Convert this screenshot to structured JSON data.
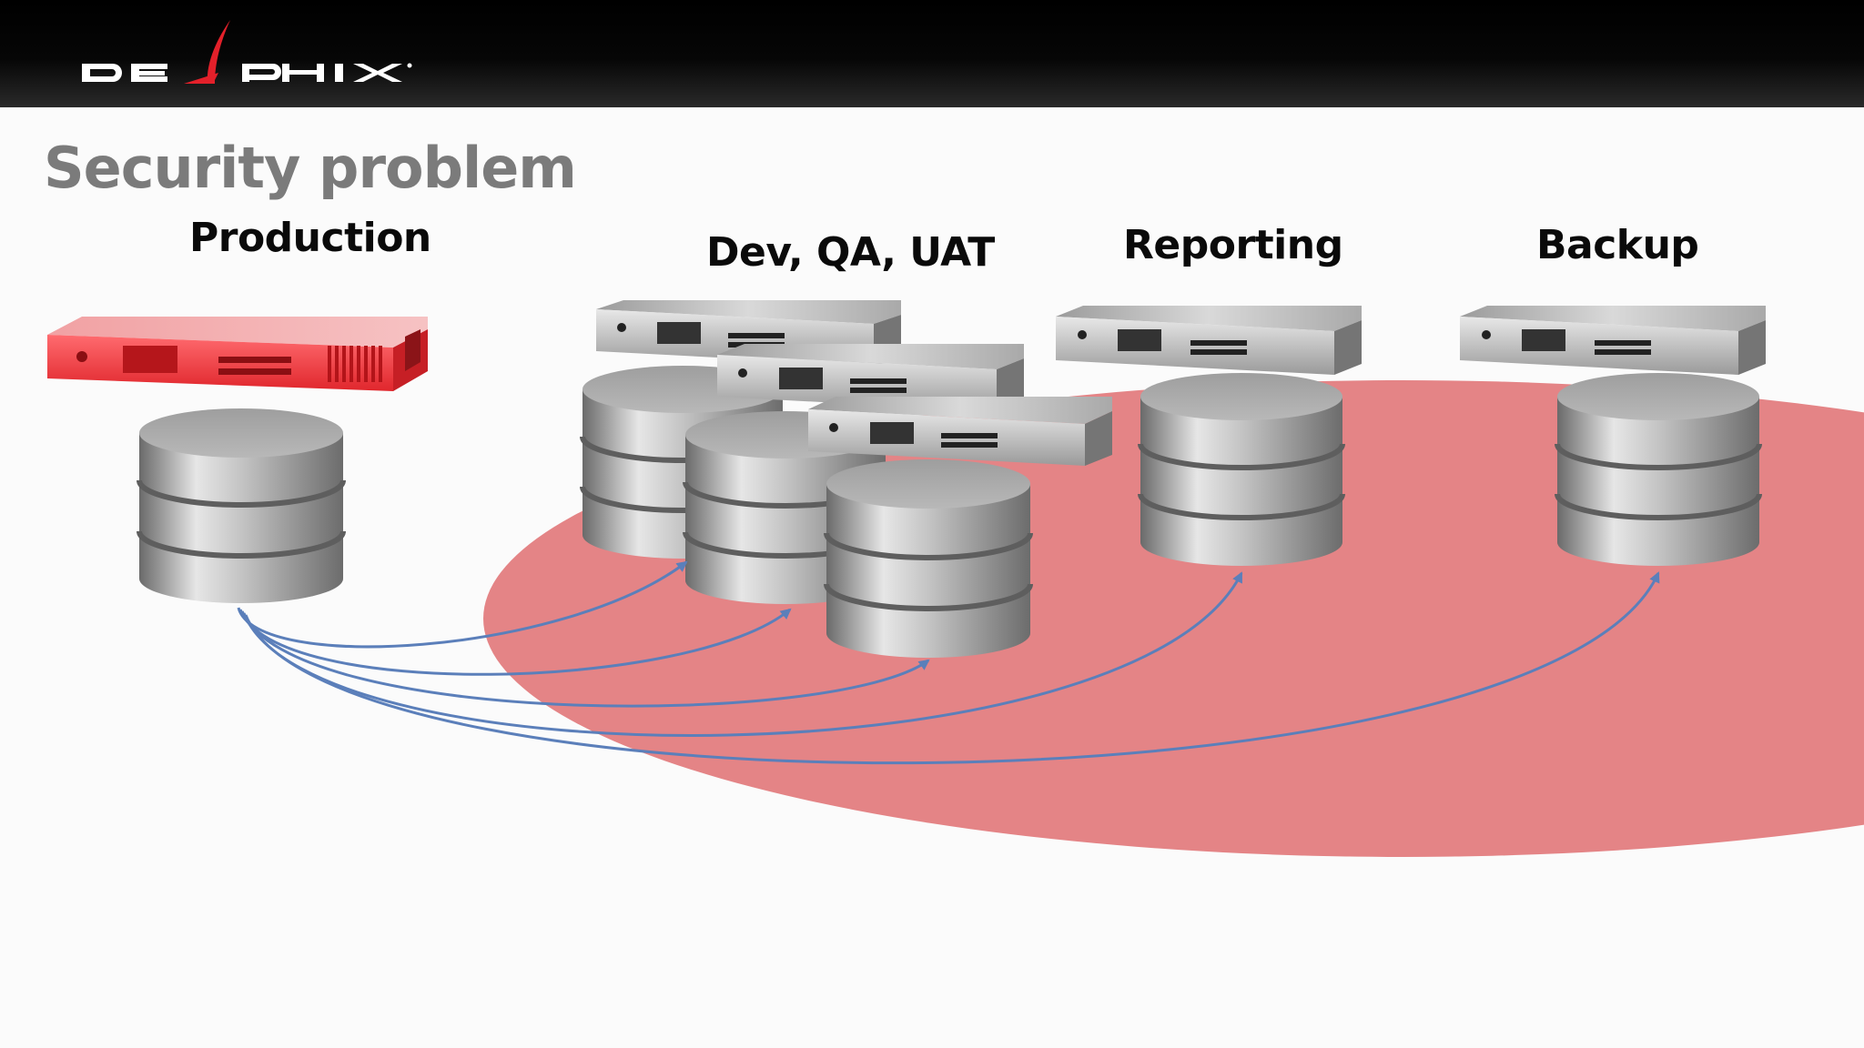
{
  "slide": {
    "title": "Security problem",
    "logo_text": "DELPHIX"
  },
  "groups": {
    "production": "Production",
    "dev_qa_uat": "Dev, QA, UAT",
    "reporting": "Reporting",
    "backup": "Backup"
  },
  "icons": {
    "server": "server-icon",
    "database": "database-icon",
    "arrow": "copy-arrow"
  },
  "colors": {
    "header_bg": "#000000",
    "title": "#7b7b7b",
    "production_server": "#e8242a",
    "exposure_zone": "#e27a7c",
    "arrow": "#5b7fba",
    "database": "#a4a4a4"
  }
}
